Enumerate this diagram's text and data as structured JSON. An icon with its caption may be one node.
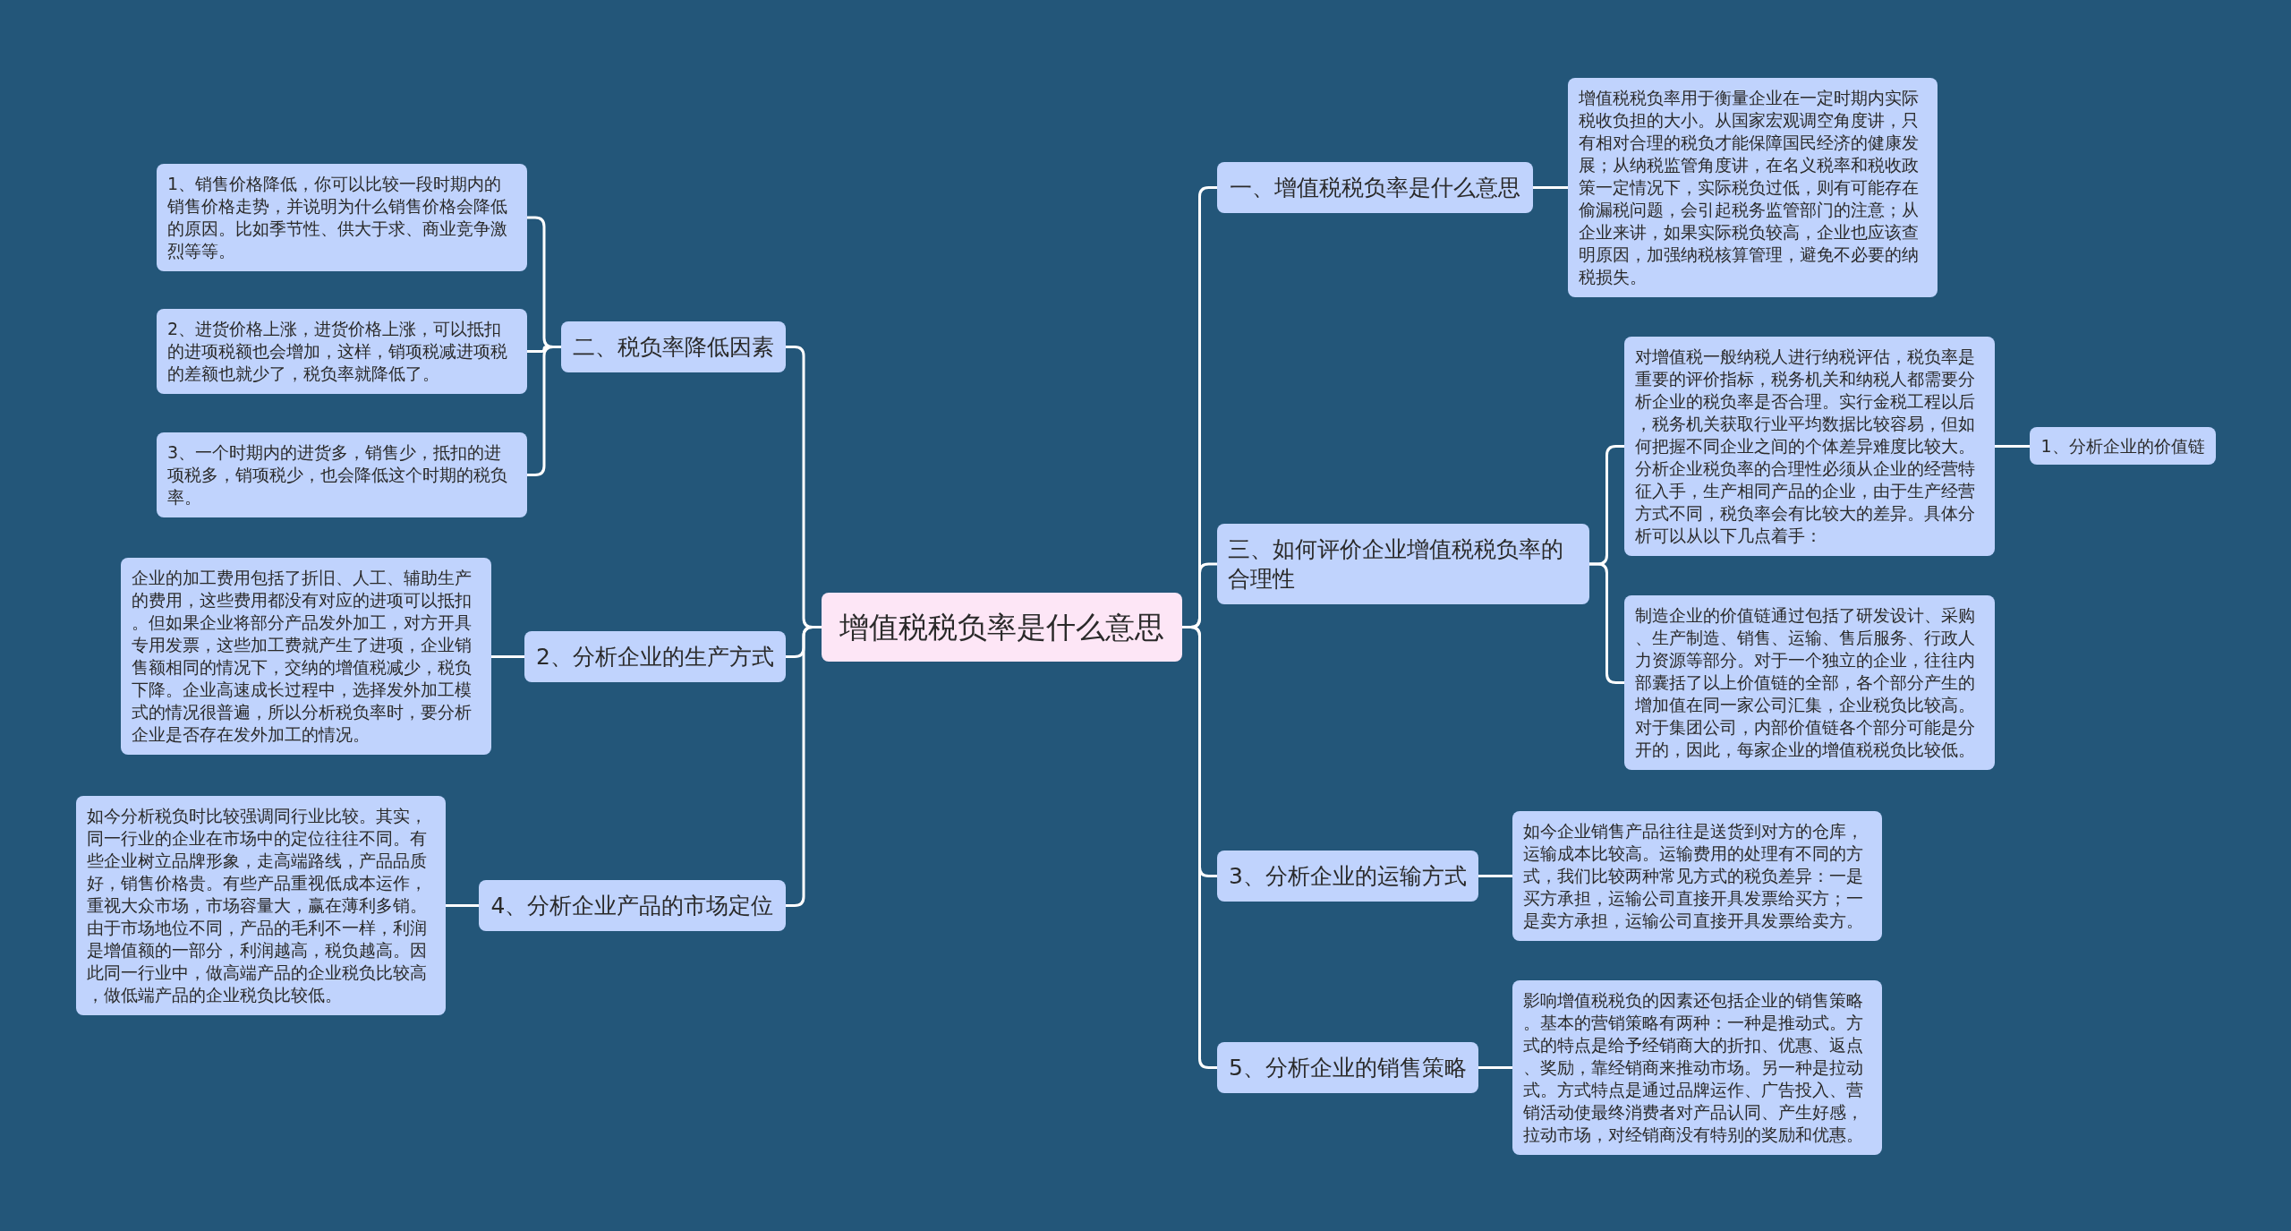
{
  "diagram": {
    "nodes": [
      {
        "text": [
          "增值税税负率是什么意思"
        ]
      },
      {
        "text": [
          "一、增值税税负率是什么意思"
        ]
      },
      {
        "text": [
          "增值税税负率用于衡量企业在一定时期内实际税收负担的大小。从国家宏观调空角度讲，只有相对合理的税负才能保障国民经济的健康发展；从纳税监管角度讲，在名义税率和税收政策一定情况下，实际税负过低，则有可能存在偷漏税问题，会引起税务监管部门的注意；从企业来讲，如果实际税负较高，企业也应该查明原因，加强纳税核算管理，避免不必要的纳税损失。"
        ]
      },
      {
        "text": [
          "三、如何评价企业增值税税负率的合理性"
        ]
      },
      {
        "text": [
          "对增值税一般纳税人进行纳税评估，税负率是重要的评价指标，税务机关和纳税人都需要分析企业的税负率是否合理。实行金税工程以后，税务机关获取行业平均数据比较容易，但如何把握不同企业之间的个体差异难度比较大。分析企业税负率的合理性必须从企业的经营特征入手，生产相同产品的企业，由于生产经营方式不同，税负率会有比较大的差异。具体分析可以从以下几点着手："
        ]
      },
      {
        "text": [
          "1、分析企业的价值链"
        ]
      },
      {
        "text": [
          "制造企业的价值链通过包括了研发设计、采购、生产制造、销售、运输、售后服务、行政人力资源等部分。对于一个独立的企业，往往内部囊括了以上价值链的全部，各个部分产生的增加值在同一家公司汇集，企业税负比较高。对于集团公司，内部价值链各个部分可能是分开的，因此，每家企业的增值税税负比较低。"
        ]
      },
      {
        "text": [
          "3、分析企业的运输方式"
        ]
      },
      {
        "text": [
          "如今企业销售产品往往是送货到对方的仓库，运输成本比较高。运输费用的处理有不同的方式，我们比较两种常见方式的税负差异：一是买方承担，运输公司直接开具发票给买方；一是卖方承担，运输公司直接开具发票给卖方。"
        ]
      },
      {
        "text": [
          "5、分析企业的销售策略"
        ]
      },
      {
        "text": [
          "影响增值税税负的因素还包括企业的销售策略。基本的营销策略有两种：一种是推动式。方式的特点是给予经销商大的折扣、优惠、返点、奖励，靠经销商来推动市场。另一种是拉动式。方式特点是通过品牌运作、广告投入、营销活动使最终消费者对产品认同、产生好感，拉动市场，对经销商没有特别的奖励和优惠。"
        ]
      },
      {
        "text": [
          "二、税负率降低因素"
        ]
      },
      {
        "text": [
          "1、销售价格降低，你可以比较一段时期内的销售价格走势，并说明为什么销售价格会降低的原因。比如季节性、供大于求、商业竞争激烈等等。"
        ]
      },
      {
        "text": [
          "2、进货价格上涨，进货价格上涨，可以抵扣的进项税额也会增加，这样，销项税减进项税的差额也就少了，税负率就降低了。"
        ]
      },
      {
        "text": [
          "3、一个时期内的进货多，销售少，抵扣的进项税多，销项税少，也会降低这个时期的税负率。"
        ]
      },
      {
        "text": [
          "2、分析企业的生产方式"
        ]
      },
      {
        "text": [
          "企业的加工费用包括了折旧、人工、辅助生产的费用，这些费用都没有对应的进项可以抵扣。但如果企业将部分产品发外加工，对方开具专用发票，这些加工费就产生了进项，企业销售额相同的情况下，交纳的增值税减少，税负下降。企业高速成长过程中，选择发外加工模式的情况很普遍，所以分析税负率时，要分析企业是否存在发外加工的情况。"
        ]
      },
      {
        "text": [
          "4、分析企业产品的市场定位"
        ]
      },
      {
        "text": [
          "如今分析税负时比较强调同行业比较。其实，同一行业的企业在市场中的定位往往不同。有些企业树立品牌形象，走高端路线，产品品质好，销售价格贵。有些产品重视低成本运作，重视大众市场，市场容量大，赢在薄利多销。由于市场地位不同，产品的毛利不一样，利润是增值额的一部分，利润越高，税负越高。因此同一行业中，做高端产品的企业税负比较高，做低端产品的企业税负比较低。"
        ]
      }
    ],
    "edges": [
      {
        "from": 0,
        "to": 1,
        "arrow": "none"
      },
      {
        "from": 1,
        "to": 2,
        "arrow": "none"
      },
      {
        "from": 0,
        "to": 3,
        "arrow": "none"
      },
      {
        "from": 3,
        "to": 4,
        "arrow": "none"
      },
      {
        "from": 4,
        "to": 5,
        "arrow": "none"
      },
      {
        "from": 3,
        "to": 6,
        "arrow": "none"
      },
      {
        "from": 0,
        "to": 7,
        "arrow": "none"
      },
      {
        "from": 7,
        "to": 8,
        "arrow": "none"
      },
      {
        "from": 0,
        "to": 9,
        "arrow": "none"
      },
      {
        "from": 9,
        "to": 10,
        "arrow": "none"
      },
      {
        "from": 0,
        "to": 11,
        "arrow": "none"
      },
      {
        "from": 11,
        "to": 12,
        "arrow": "none"
      },
      {
        "from": 11,
        "to": 13,
        "arrow": "none"
      },
      {
        "from": 11,
        "to": 14,
        "arrow": "none"
      },
      {
        "from": 0,
        "to": 15,
        "arrow": "none"
      },
      {
        "from": 15,
        "to": 16,
        "arrow": "none"
      },
      {
        "from": 0,
        "to": 17,
        "arrow": "none"
      },
      {
        "from": 17,
        "to": 18,
        "arrow": "none"
      }
    ]
  }
}
